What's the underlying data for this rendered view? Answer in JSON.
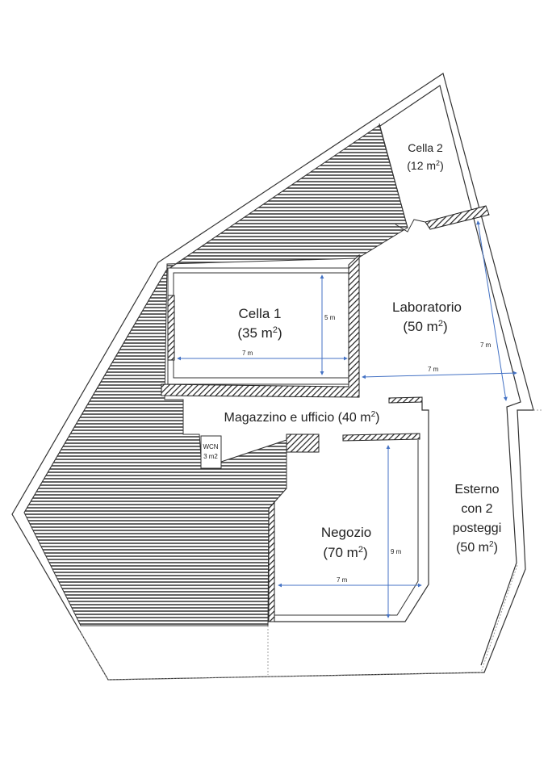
{
  "plan": {
    "rooms": {
      "cella2": {
        "name": "Cella 2",
        "area_num": "(12 m",
        "area_exp": "2",
        "area_close": ")"
      },
      "cella1": {
        "name": "Cella 1",
        "area_num": "(35 m",
        "area_exp": "2",
        "area_close": ")"
      },
      "laboratorio": {
        "name": "Laboratorio",
        "area_num": "(50 m",
        "area_exp": "2",
        "area_close": ")"
      },
      "magazzino": {
        "name_num": "Magazzino e ufficio (40 m",
        "area_exp": "2",
        "area_close": ")"
      },
      "wc": {
        "line1": "WCN",
        "line2": "3 m2"
      },
      "negozio": {
        "name": "Negozio",
        "area_num": "(70 m",
        "area_exp": "2",
        "area_close": ")"
      },
      "esterno": {
        "line1": "Esterno",
        "line2": "con 2",
        "line3": "posteggi",
        "area_num": "(50 m",
        "area_exp": "2",
        "area_close": ")"
      }
    },
    "dimensions": {
      "cella1_width": "7 m",
      "cella1_depth": "5 m",
      "lab_width": "7 m",
      "lab_depth": "7 m",
      "negozio_width": "7 m",
      "negozio_depth": "9 m"
    },
    "colors": {
      "wall": "#222222",
      "dimension_line": "#4472c4",
      "background": "#ffffff"
    }
  }
}
